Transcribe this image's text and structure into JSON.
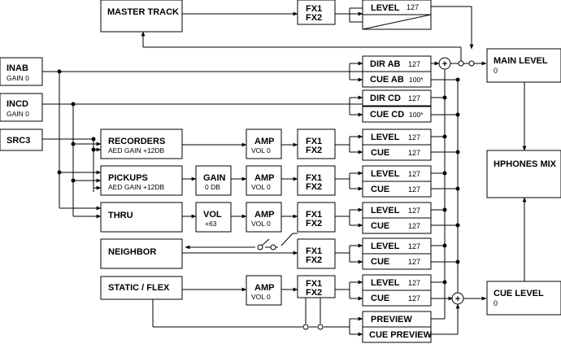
{
  "master_track": {
    "label": "MASTER TRACK"
  },
  "inputs": {
    "inab": {
      "label": "INAB",
      "sub": "GAIN 0"
    },
    "incd": {
      "label": "INCD",
      "sub": "GAIN 0"
    },
    "src3": {
      "label": "SRC3"
    }
  },
  "channels": {
    "recorders": {
      "label": "RECORDERS",
      "sub": "AED GAIN +12DB"
    },
    "pickups": {
      "label": "PICKUPS",
      "sub": "AED GAIN +12DB"
    },
    "thru": {
      "label": "THRU"
    },
    "neighbor": {
      "label": "NEIGHBOR"
    },
    "static_flex": {
      "label": "STATIC / FLEX"
    }
  },
  "processors": {
    "gain": {
      "label": "GAIN",
      "sub": "0 DB"
    },
    "vol": {
      "label": "VOL",
      "sub": "+63"
    },
    "amp": {
      "label": "AMP",
      "sub": "VOL 0"
    },
    "fx": {
      "line1": "FX1",
      "line2": "FX2"
    }
  },
  "sends": {
    "level": "LEVEL",
    "cue": "CUE",
    "value": "127",
    "dir_ab": "DIR AB",
    "cue_ab": "CUE AB",
    "cue_ab_value": "100*",
    "dir_cd": "DIR CD",
    "cue_cd": "CUE CD",
    "cue_cd_value": "100*",
    "preview": "PREVIEW",
    "cue_preview": "CUE PREVIEW"
  },
  "outputs": {
    "main_level": {
      "label": "MAIN LEVEL",
      "value": "0"
    },
    "hphones_mix": {
      "label": "HPHONES MIX"
    },
    "cue_level": {
      "label": "CUE LEVEL",
      "value": "0"
    }
  },
  "symbols": {
    "sum": "+"
  }
}
